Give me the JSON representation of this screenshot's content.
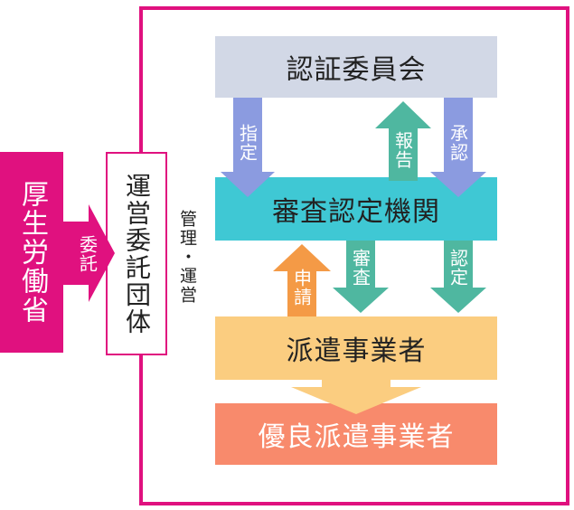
{
  "ministry": "厚生労働省",
  "delegation_label": "委託",
  "operating_org": "運営委託団体",
  "management_label": "管理・運営",
  "certification_committee": "認証委員会",
  "review_body": "審査認定機関",
  "dispatch_business": "派遣事業者",
  "excellent_dispatch_business": "優良派遣事業者",
  "arrows": {
    "designate": "指定",
    "report": "報告",
    "approve": "承認",
    "apply": "申請",
    "review": "審査",
    "certify": "認定"
  },
  "colors": {
    "ministry": "#e0117f",
    "committee": "#d2d8e6",
    "review_body": "#3fc8d4",
    "dispatch": "#fbcd80",
    "excellent": "#f88a6c",
    "arrow_blue": "#8b9be0",
    "arrow_teal": "#4fb7a0",
    "arrow_orange": "#f49a46"
  }
}
